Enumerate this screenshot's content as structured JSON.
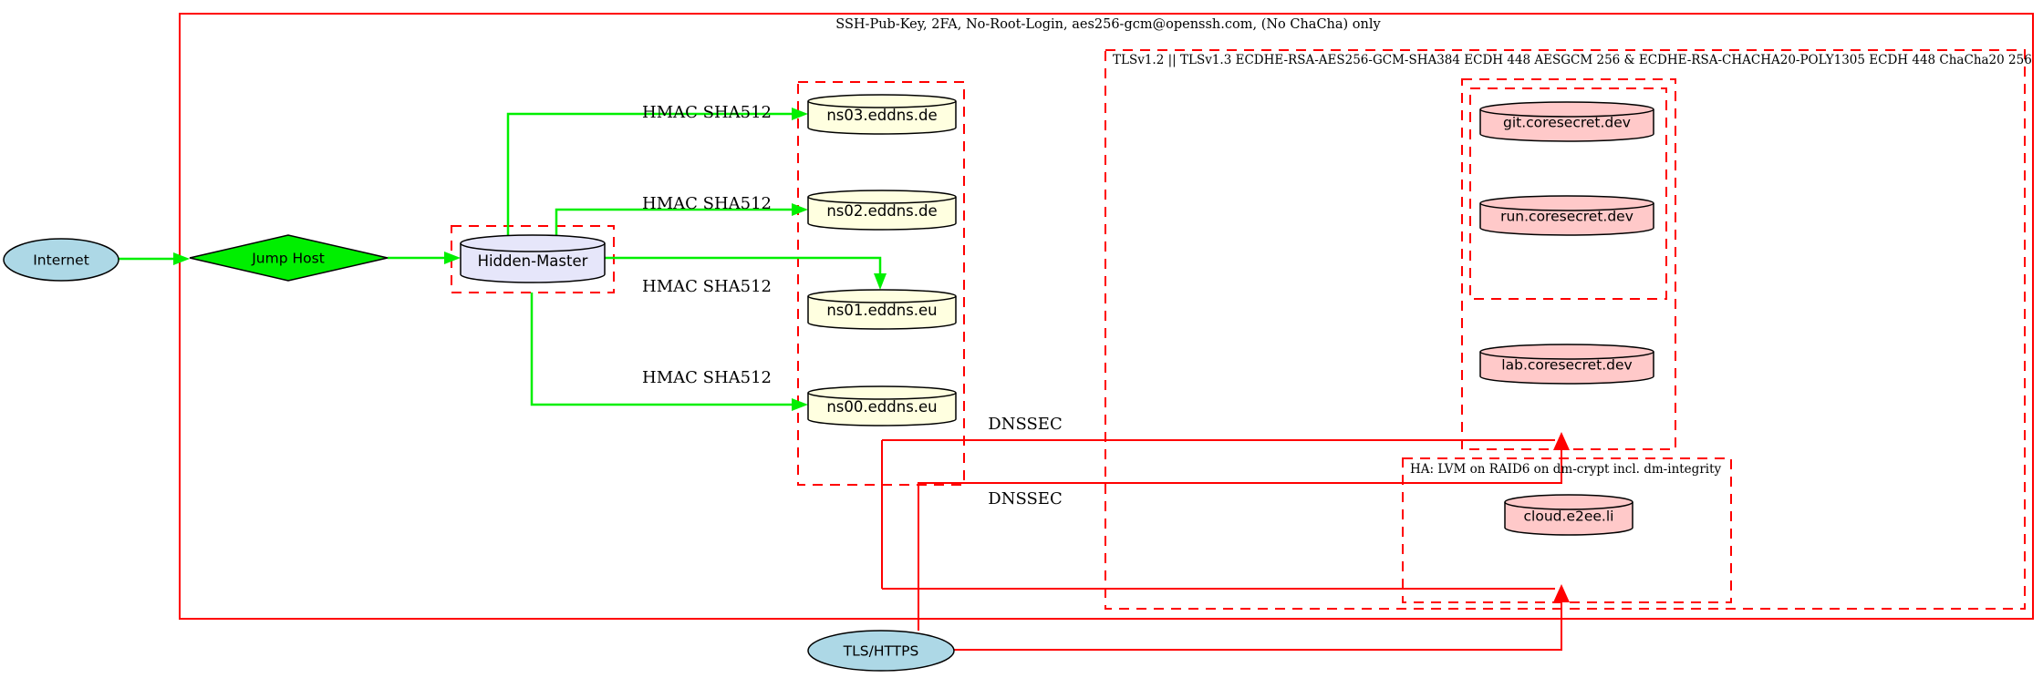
{
  "clusters": {
    "ssh_label": "SSH-Pub-Key, 2FA, No-Root-Login, aes256-gcm@openssh.com, (No ChaCha) only",
    "tls_label": "TLSv1.2 || TLSv1.3 ECDHE-RSA-AES256-GCM-SHA384 ECDH 448 AESGCM 256 & ECDHE-RSA-CHACHA20-POLY1305 ECDH 448 ChaCha20 256",
    "ha_label": "HA: LVM on RAID6 on dm-crypt incl. dm-integrity"
  },
  "nodes": {
    "internet": "Internet",
    "jump_host": "Jump Host",
    "hidden_master": "Hidden-Master",
    "ns03": "ns03.eddns.de",
    "ns02": "ns02.eddns.de",
    "ns01": "ns01.eddns.eu",
    "ns00": "ns00.eddns.eu",
    "git": "git.coresecret.dev",
    "run": "run.coresecret.dev",
    "lab": "lab.coresecret.dev",
    "cloud": "cloud.e2ee.li",
    "tls_https": "TLS/HTTPS"
  },
  "edge_labels": {
    "hmac": [
      "HMAC SHA512",
      "HMAC SHA512",
      "HMAC SHA512",
      "HMAC SHA512"
    ],
    "dnssec": [
      "DNSSEC",
      "DNSSEC"
    ]
  },
  "colors": {
    "cluster_border": "#ff0000",
    "secure_edge": "#00ef00",
    "tls_edge": "#ff0000",
    "node_stroke": "#000000",
    "dns_node_fill": "#ffffe0",
    "service_node_fill": "#ffc9c9",
    "master_node_fill": "#e6e6fa",
    "endpoint_fill": "#add8e6",
    "jump_fill": "#00ef00"
  }
}
